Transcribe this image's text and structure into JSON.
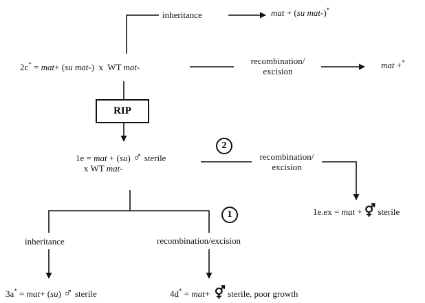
{
  "diagram": {
    "top_edge": {
      "label": "inheritance",
      "result": {
        "mat": "mat",
        "rest": " + (",
        "su": "su mat-",
        "close": ")",
        "star": "*"
      }
    },
    "cross_2c": {
      "name": "2c",
      "star": "*",
      "eq": " = ",
      "mat": "mat",
      "plus": "+ (",
      "su": "su mat-",
      "close": ")",
      "x": "  x  WT ",
      "wt": "mat-"
    },
    "right_edge": {
      "label_line1": "recombination/",
      "label_line2": "excision",
      "result": {
        "mat": "mat",
        "rest": " +",
        "star": "*"
      }
    },
    "rip_box": {
      "label": "RIP"
    },
    "cross_1e": {
      "line1": {
        "pre": "1e = ",
        "mat": "mat",
        "rest": " + (",
        "su": "su",
        "close": ") ",
        "male": "♂",
        "post": " sterile"
      },
      "line2": {
        "pre": "x WT ",
        "mat": "mat-"
      }
    },
    "step2": {
      "marker": "2",
      "label_line1": "recombination/",
      "label_line2": "excision",
      "result": {
        "pre": "1e.ex = ",
        "mat": "mat",
        "rest": " + ",
        "sym": "⚥",
        "post": " sterile"
      }
    },
    "step1": {
      "marker": "1",
      "left_label": "inheritance",
      "right_label": "recombination/excision"
    },
    "result_3a": {
      "name": "3a",
      "star": "*",
      "pre": " = ",
      "mat": "mat",
      "rest": "+ (",
      "su": "su",
      "close": ") ",
      "male": "♂",
      "post": " sterile"
    },
    "result_4d": {
      "name": "4d",
      "star": "*",
      "pre": " = ",
      "mat": "mat",
      "rest": "+  ",
      "sym": "⚥",
      "post": " sterile, poor growth"
    }
  }
}
